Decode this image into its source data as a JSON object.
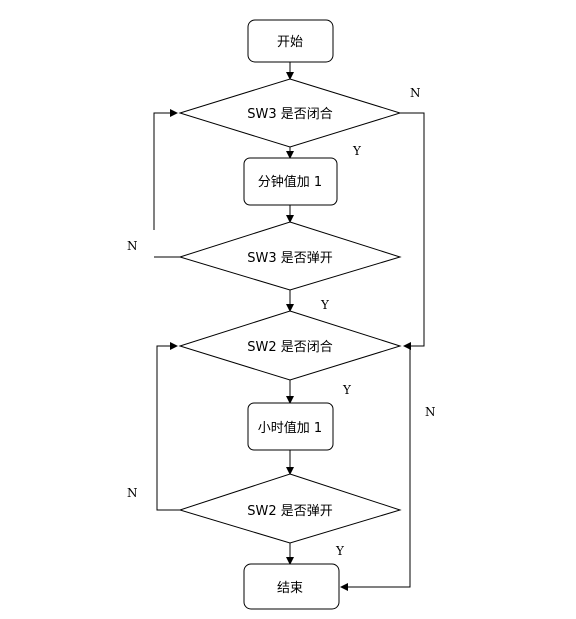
{
  "nodes": {
    "start": "开始",
    "sw3_closed": "SW3 是否闭合",
    "minute_inc": "分钟值加 1",
    "sw3_open": "SW3 是否弹开",
    "sw2_closed": "SW2 是否闭合",
    "hour_inc": "小时值加 1",
    "sw2_open": "SW2 是否弹开",
    "end": "结束"
  },
  "edge_labels": {
    "sw3_closed_no": "N",
    "sw3_closed_yes": "Y",
    "sw3_open_no": "N",
    "sw3_open_yes": "Y",
    "sw2_closed_no": "N",
    "sw2_closed_yes": "Y",
    "sw2_open_no": "N",
    "sw2_open_yes": "Y"
  }
}
